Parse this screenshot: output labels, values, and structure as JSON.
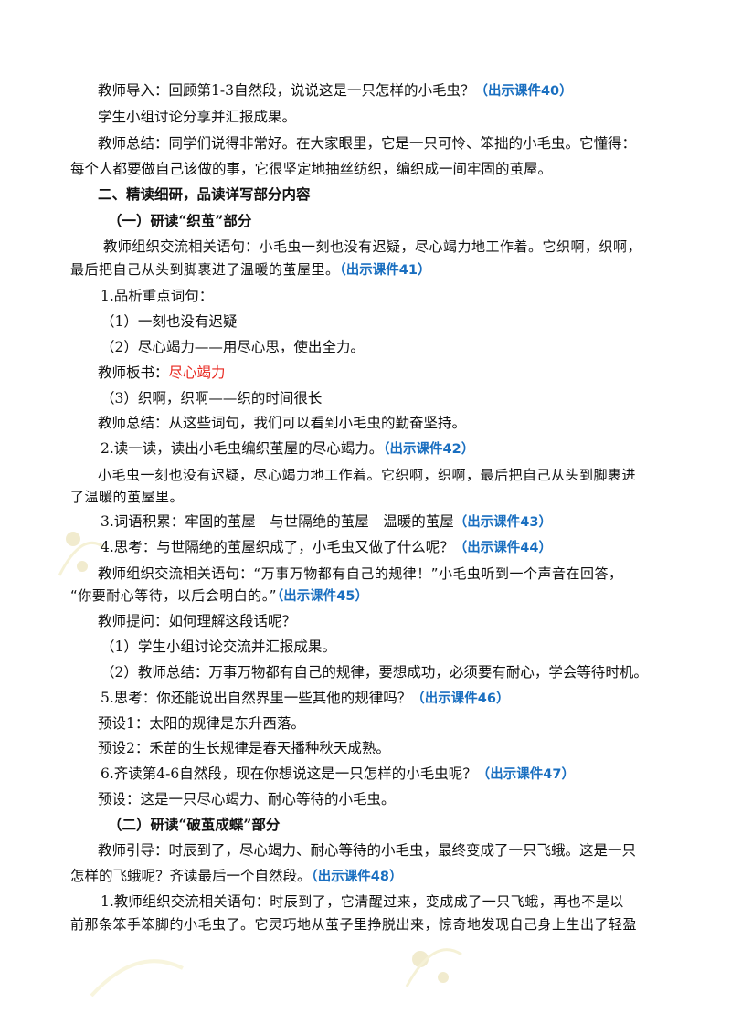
{
  "lines": [
    {
      "text": "教师导入：回顾第1-3自然段，说说这是一只怎样的小毛虫？",
      "tag": "（出示课件40）"
    },
    {
      "text": "学生小组讨论分享并汇报成果。"
    },
    {
      "text": "教师总结：同学们说得非常好。在大家眼里，它是一只可怜、笨拙的小毛虫。它懂得："
    },
    {
      "text": "每个人都要做自己该做的事，它很坚定地抽丝纺织，编织成一间牢固的茧屋。"
    },
    {
      "text": "二、精读细研，品读详写部分内容"
    },
    {
      "text": "（一）研读“织茧”部分"
    },
    {
      "text": "教师组织交流相关语句：",
      "quote": "小毛虫一刻也没有迟疑，尽心竭力地工作着。它织啊，织啊，"
    },
    {
      "quote": "最后把自己从头到脚裹进了温暖的茧屋里。",
      "tag": "（出示课件41）"
    },
    {
      "text": "1.品析重点词句："
    },
    {
      "text": "（1）一刻也没有迟疑"
    },
    {
      "text": "（2）尽心竭力——用尽心思，使出全力。"
    },
    {
      "text": "教师板书：",
      "red": "尽心竭力"
    },
    {
      "text": "（3）织啊，织啊——织的时间很长"
    },
    {
      "text": "教师总结：从这些词句，我们可以看到小毛虫的勤奋坚持。"
    },
    {
      "text": "2.读一读，读出小毛虫编织茧屋的尽心竭力。",
      "tag": "（出示课件42）"
    },
    {
      "quote": "小毛虫一刻也没有迟疑，尽心竭力地工作着。它织啊，织啊，最后把自己从头到脚裹进"
    },
    {
      "quote": "了温暖的茧屋里。"
    },
    {
      "text": "3.词语积累：牢固的茧屋　与世隔绝的茧屋　温暖的茧屋",
      "tag": "（出示课件43）"
    },
    {
      "text": "4.思考：与世隔绝的茧屋织成了，小毛虫又做了什么呢？",
      "tag": "（出示课件44）"
    },
    {
      "text": "教师组织交流相关语句：",
      "quote": "“万事万物都有自己的规律！”小毛虫听到一个声音在回答，"
    },
    {
      "quote": "“你要耐心等待，以后会明白的。”",
      "tag": "（出示课件45）"
    },
    {
      "text": "教师提问：如何理解这段话呢？"
    },
    {
      "text": "（1）学生小组讨论交流并汇报成果。"
    },
    {
      "text": "（2）教师总结：万事万物都有自己的规律，要想成功，必须要有耐心，学会等待时机。"
    },
    {
      "text": "5.思考：你还能说出自然界里一些其他的规律吗？",
      "tag": "（出示课件46）"
    },
    {
      "text": "预设1：太阳的规律是东升西落。"
    },
    {
      "text": "预设2：禾苗的生长规律是春天播种秋天成熟。"
    },
    {
      "text": "6.齐读第4-6自然段，现在你想说这是一只怎样的小毛虫呢？",
      "tag": "（出示课件47）"
    },
    {
      "text": "预设：这是一只尽心竭力、耐心等待的小毛虫。"
    },
    {
      "text": "（二）研读“破茧成蝶”部分"
    },
    {
      "text": "教师引导：时辰到了，尽心竭力、耐心等待的小毛虫，最终变成了一只飞蛾。这是一只"
    },
    {
      "text": "怎样的飞蛾呢？齐读最后一个自然段。",
      "tag": "（出示课件48）"
    },
    {
      "text": "1.教师组织交流相关语句：",
      "quote": "时辰到了，它清醒过来，变成成了一只飞蛾，再也不是以"
    },
    {
      "quote": "前那条笨手笨脚的小毛虫了。它灵巧地从茧子里挣脱出来，惊奇地发现自己身上生出了轻盈"
    }
  ]
}
